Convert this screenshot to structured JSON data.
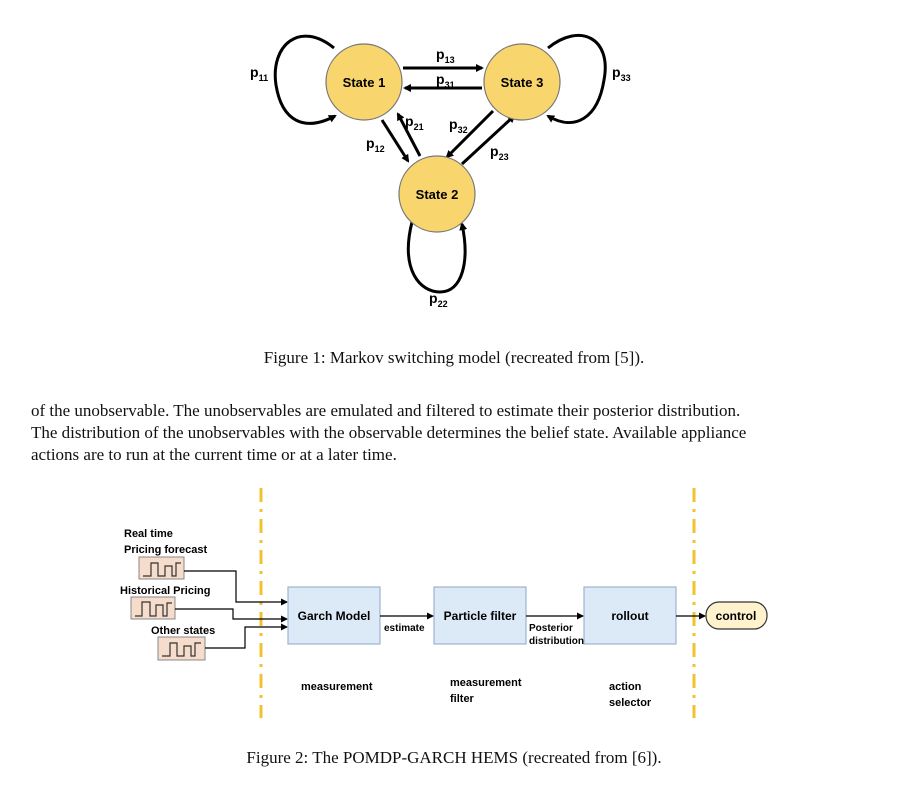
{
  "figure1": {
    "states": [
      "State 1",
      "State 2",
      "State 3"
    ],
    "transitions": {
      "p11": {
        "base": "p",
        "sub": "11"
      },
      "p12": {
        "base": "p",
        "sub": "12"
      },
      "p13": {
        "base": "p",
        "sub": "13"
      },
      "p21": {
        "base": "p",
        "sub": "21"
      },
      "p22": {
        "base": "p",
        "sub": "22"
      },
      "p23": {
        "base": "p",
        "sub": "23"
      },
      "p31": {
        "base": "p",
        "sub": "31"
      },
      "p32": {
        "base": "p",
        "sub": "32"
      },
      "p33": {
        "base": "p",
        "sub": "33"
      }
    },
    "caption": "Figure 1: Markov switching model (recreated from [5])."
  },
  "paragraph": [
    "of the unobservable. The unobservables are emulated and filtered to estimate their posterior distribution.",
    "The distribution of the unobservables with the observable determines the belief state. Available appliance",
    "actions are to run at the current time or at a later time."
  ],
  "figure2": {
    "inputs": {
      "realtime_line1": "Real time",
      "realtime_line2": "Pricing forecast",
      "historical": "Historical Pricing",
      "other": "Other states"
    },
    "blocks": {
      "garch": "Garch Model",
      "particle": "Particle filter",
      "rollout": "rollout",
      "control": "control"
    },
    "edges": {
      "estimate": "estimate",
      "posterior_line1": "Posterior",
      "posterior_line2": "distribution"
    },
    "stages": {
      "measurement": "measurement",
      "filter_line1": "measurement",
      "filter_line2": "filter",
      "action_line1": "action",
      "action_line2": "selector"
    },
    "colors": {
      "state_fill": "#F9D56E",
      "block_fill": "#DCE9F7",
      "block_stroke": "#9DB3CF",
      "icon_fill": "#F6DCCB",
      "control_fill": "#FFF2CC",
      "dashed_line": "#F2C12E"
    },
    "caption": "Figure 2: The POMDP-GARCH HEMS (recreated from [6])."
  }
}
